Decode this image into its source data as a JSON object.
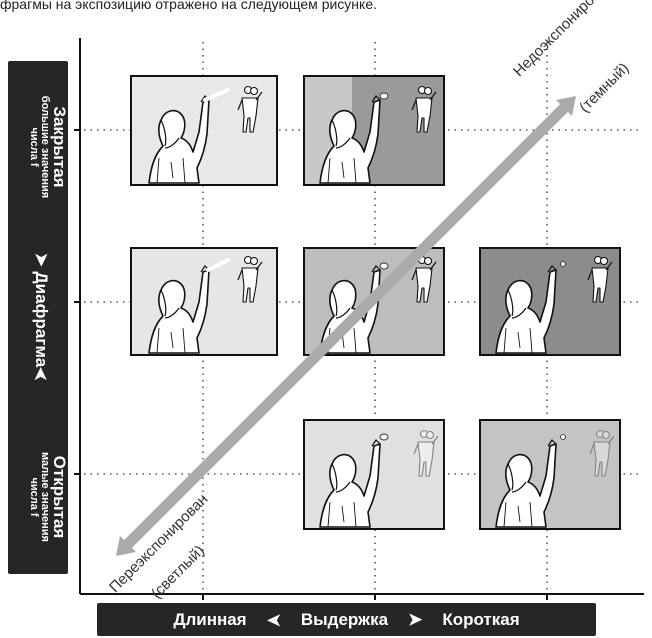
{
  "intro_text": "фрагмы на экспозицию отражено на следующем рисунке.",
  "left_panel": {
    "top_main": "Закрытая",
    "top_sub1": "большие значения",
    "top_sub2": "числа f",
    "middle": "Диафрагма",
    "bottom_main": "Открытая",
    "bottom_sub1": "малые значения",
    "bottom_sub2": "числа f"
  },
  "bottom_panel": {
    "left": "Длинная",
    "middle": "Выдержка",
    "right": "Короткая"
  },
  "diagonal": {
    "under_line1": "Недоэкспонирован",
    "under_line2": "(темный)",
    "over_line1": "Переэкспонирован",
    "over_line2": "(светлый)"
  },
  "photos": [
    {
      "row": 1,
      "col": 1,
      "bg": "#e8e8e8",
      "ball_trail": true
    },
    {
      "row": 1,
      "col": 2,
      "bg": "#9a9a9a",
      "ball_trail": false
    },
    {
      "row": 2,
      "col": 1,
      "bg": "#e6e6e6",
      "ball_trail": true
    },
    {
      "row": 2,
      "col": 2,
      "bg": "#bdbdbd",
      "ball_trail": false
    },
    {
      "row": 2,
      "col": 3,
      "bg": "#8c8c8c",
      "ball_trail": false
    },
    {
      "row": 3,
      "col": 2,
      "bg": "#e0e0e0",
      "ball_trail": false
    },
    {
      "row": 3,
      "col": 3,
      "bg": "#c4c4c4",
      "ball_trail": false
    }
  ],
  "colors": {
    "panel": "#262626",
    "arrow": "#aaaaaa"
  }
}
